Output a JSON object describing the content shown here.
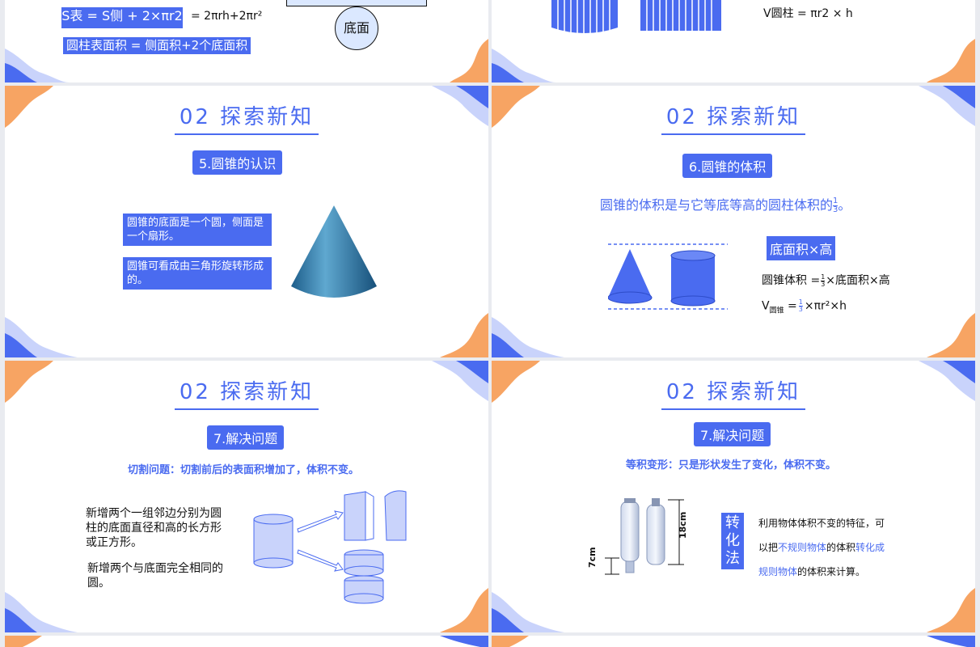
{
  "colors": {
    "accent": "#4a6bf0",
    "orange": "#f7a463",
    "lightblue": "#c9d3fb"
  },
  "top_left": {
    "s_formula_label": "S表 = S侧 + 2×πr2",
    "s_formula_expr": "= 2πrh+2πr²",
    "surface_area_rule": "圆柱表面积 = 侧面积+2个底面积",
    "base_label": "底面"
  },
  "top_right": {
    "volume_formula": "V圆柱 = πr2 × h"
  },
  "slide_title": "02  探索新知",
  "s5": {
    "pill": "5.圆锥的认识",
    "box1": "圆锥的底面是一个圆，侧面是一个扇形。",
    "box2": "圆锥可看成由三角形旋转形成的。"
  },
  "s6": {
    "pill": "6.圆锥的体积",
    "statement_prefix": "圆锥的体积是与它等底等高的圆柱体积的",
    "fraction_num": "1",
    "fraction_den": "3",
    "statement_suffix": "。",
    "base_x_height": "底面积×高",
    "cone_volume_prefix": "圆锥体积 =",
    "cone_volume_suffix": "×底面积×高",
    "v_label": "V",
    "v_sub": "圆锥",
    "v_eq": " =",
    "v_expr": "×πr²×h"
  },
  "s7a": {
    "pill": "7.解决问题",
    "subtitle": "切割问题：切割前后的表面积增加了，体积不变。",
    "text1": "新增两个一组邻边分别为圆柱的底面直径和高的长方形或正方形。",
    "text2": "新增两个与底面完全相同的圆。"
  },
  "s7b": {
    "pill": "7.解决问题",
    "subtitle": "等积变形：只是形状发生了变化，体积不变。",
    "dim_7": "7cm",
    "dim_18": "18cm",
    "method": "转化法",
    "desc_1": "利用物体体积不变的特征，可",
    "desc_2a": "以把",
    "desc_2b": "不规则物体",
    "desc_2c": "的体积",
    "desc_2d": "转化成",
    "desc_3a": "规则物体",
    "desc_3b": "的体积来计算。"
  }
}
